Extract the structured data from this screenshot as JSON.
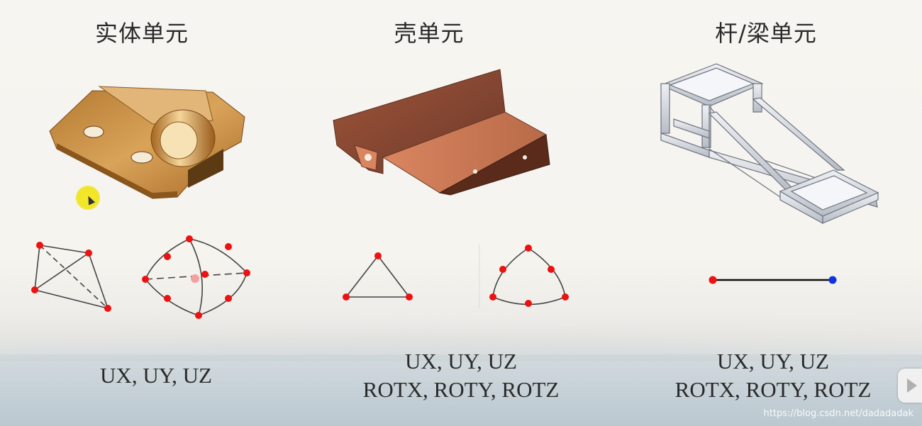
{
  "columns": [
    {
      "title": "实体单元",
      "dof_lines": [
        "UX, UY, UZ"
      ]
    },
    {
      "title": "壳单元",
      "dof_lines": [
        "UX, UY, UZ",
        "ROTX, ROTY, ROTZ"
      ]
    },
    {
      "title": "杆/梁单元",
      "dof_lines": [
        "UX, UY, UZ",
        "ROTX, ROTY, ROTZ"
      ]
    }
  ],
  "watermark": "https://blog.csdn.net/dadadadak",
  "colors": {
    "node_red": "#ee1111",
    "node_blue": "#1133dd",
    "solid_part": "#c98a3c",
    "shell_part": "#c8704a",
    "frame_part": "#c9ced6"
  }
}
